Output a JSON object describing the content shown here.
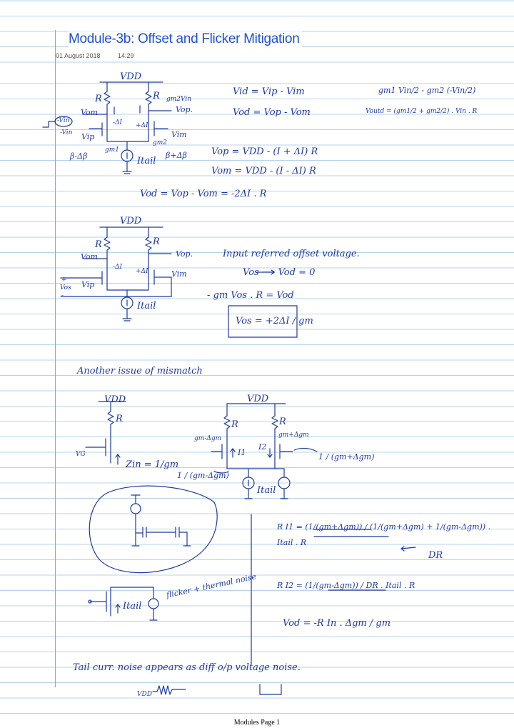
{
  "page": {
    "title": "Module-3b: Offset and Flicker Mitigation",
    "date": "01 August 2018",
    "time": "14:29",
    "footer": "Modules Page 1"
  },
  "colors": {
    "title": "#1f4fd6",
    "ink": "#1e3a9e",
    "rule_lines": "#b7d3ee",
    "margin_line": "#f08080"
  },
  "notes": {
    "sketch1": {
      "vdd": "VDD",
      "r_left": "R",
      "r_right": "R",
      "gm2vin": "gm2Vin",
      "vom": "Vom",
      "vop": "Vop.",
      "minus_di": "-ΔI",
      "plus_di": "+ΔI",
      "vin_pos": "-Vin",
      "vin_neg": "-Vin",
      "vip": "Vip",
      "vim": "Vim",
      "gm1": "gm1",
      "gm2": "gm2",
      "beta_minus": "β-Δβ",
      "beta_plus": "β+Δβ",
      "itail": "Itail"
    },
    "eq1": {
      "vid": "Vid = Vip - Vim",
      "vod": "Vod = Vop - Vom",
      "gm_expr": "gm1 Vin/2 - gm2 (-Vin/2)",
      "voutd": "Voutd = (gm1/2 + gm2/2) . Vin . R",
      "vop": "Vop = VDD - (I + ΔI) R",
      "vom": "Vom = VDD - (I - ΔI) R",
      "vod_result": "Vod = Vop - Vom = -2ΔI . R"
    },
    "sketch2": {
      "vdd": "VDD",
      "r_left": "R",
      "r_right": "R",
      "vom": "Vom",
      "vop": "Vop.",
      "minus_di": "-ΔI",
      "plus_di": "+ΔI",
      "vip": "Vip",
      "vim": "Vim",
      "plus": "+",
      "vos": "Vos",
      "minus": "-",
      "itail": "Itail"
    },
    "eq2": {
      "heading": "Input referred offset voltage.",
      "vos_line": "Vos ⟶ Vod = 0",
      "gm_line": "- gm Vos . R = Vod",
      "boxed": "Vos = +2ΔI / gm"
    },
    "mismatch": {
      "heading": "Another issue of mismatch",
      "vdd_left": "VDD",
      "r_single": "R",
      "vg": "VG",
      "zin": "Zin = 1/gm",
      "vdd_right": "VDD",
      "r_a": "R",
      "r_b": "R",
      "gm_minus": "gm-Δgm",
      "gm_plus": "gm+Δgm",
      "i1": "I1",
      "i2": "I2",
      "frac_right": "1 / (gm+Δgm)",
      "frac_left": "1 / (gm-Δgm)",
      "itail": "Itail"
    },
    "eq3": {
      "ri1": "R I1 = (1/(gm+Δgm)) / (1/(gm+Δgm) + 1/(gm-Δgm)) . Itail . R",
      "dr_label": "DR",
      "ri2": "R I2 = (1/(gm-Δgm)) / DR . Itail . R",
      "vod": "Vod = -R In . Δgm / gm"
    },
    "noise": {
      "itail": "Itail",
      "flicker": "flicker + thermal noise",
      "tail_note": "Tail curr. noise appears as diff o/p voltage noise.",
      "vdd": "VDD"
    }
  }
}
